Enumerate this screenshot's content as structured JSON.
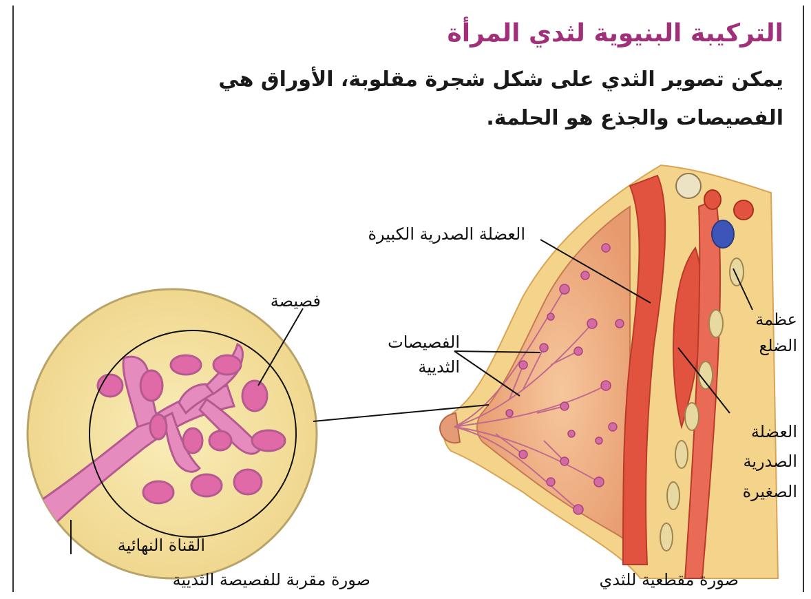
{
  "title": "التركيبة البنيوية لثدي المرأة",
  "intro": {
    "line1": "يمكن تصوير الثدي على شكل شجرة مقلوبة، الأوراق هي",
    "line2": "الفصيصات والجذع هو الحلمة."
  },
  "labels": {
    "pectoralis_major": "العضلة الصدرية الكبيرة",
    "lobule": "فصيصة",
    "mammary_lobules_1": "الفصيصات",
    "mammary_lobules_2": "الثديية",
    "rib_bone_1": "عظمة",
    "rib_bone_2": "الضلع",
    "pectoralis_minor_1": "العضلة",
    "pectoralis_minor_2": "الصدرية",
    "pectoralis_minor_3": "الصغيرة",
    "terminal_duct": "القناة النهائية"
  },
  "captions": {
    "closeup": "صورة مقربة للفصيصة الثديية",
    "cross_section": "صورة مقطعية للثدي"
  },
  "colors": {
    "title": "#a0307a",
    "muscle": "#e2533f",
    "fat": "#f4d28a",
    "breast_tissue": "#f1b48a",
    "lobule": "#c95a9c",
    "closeup_bg": "#f6e6a6"
  }
}
